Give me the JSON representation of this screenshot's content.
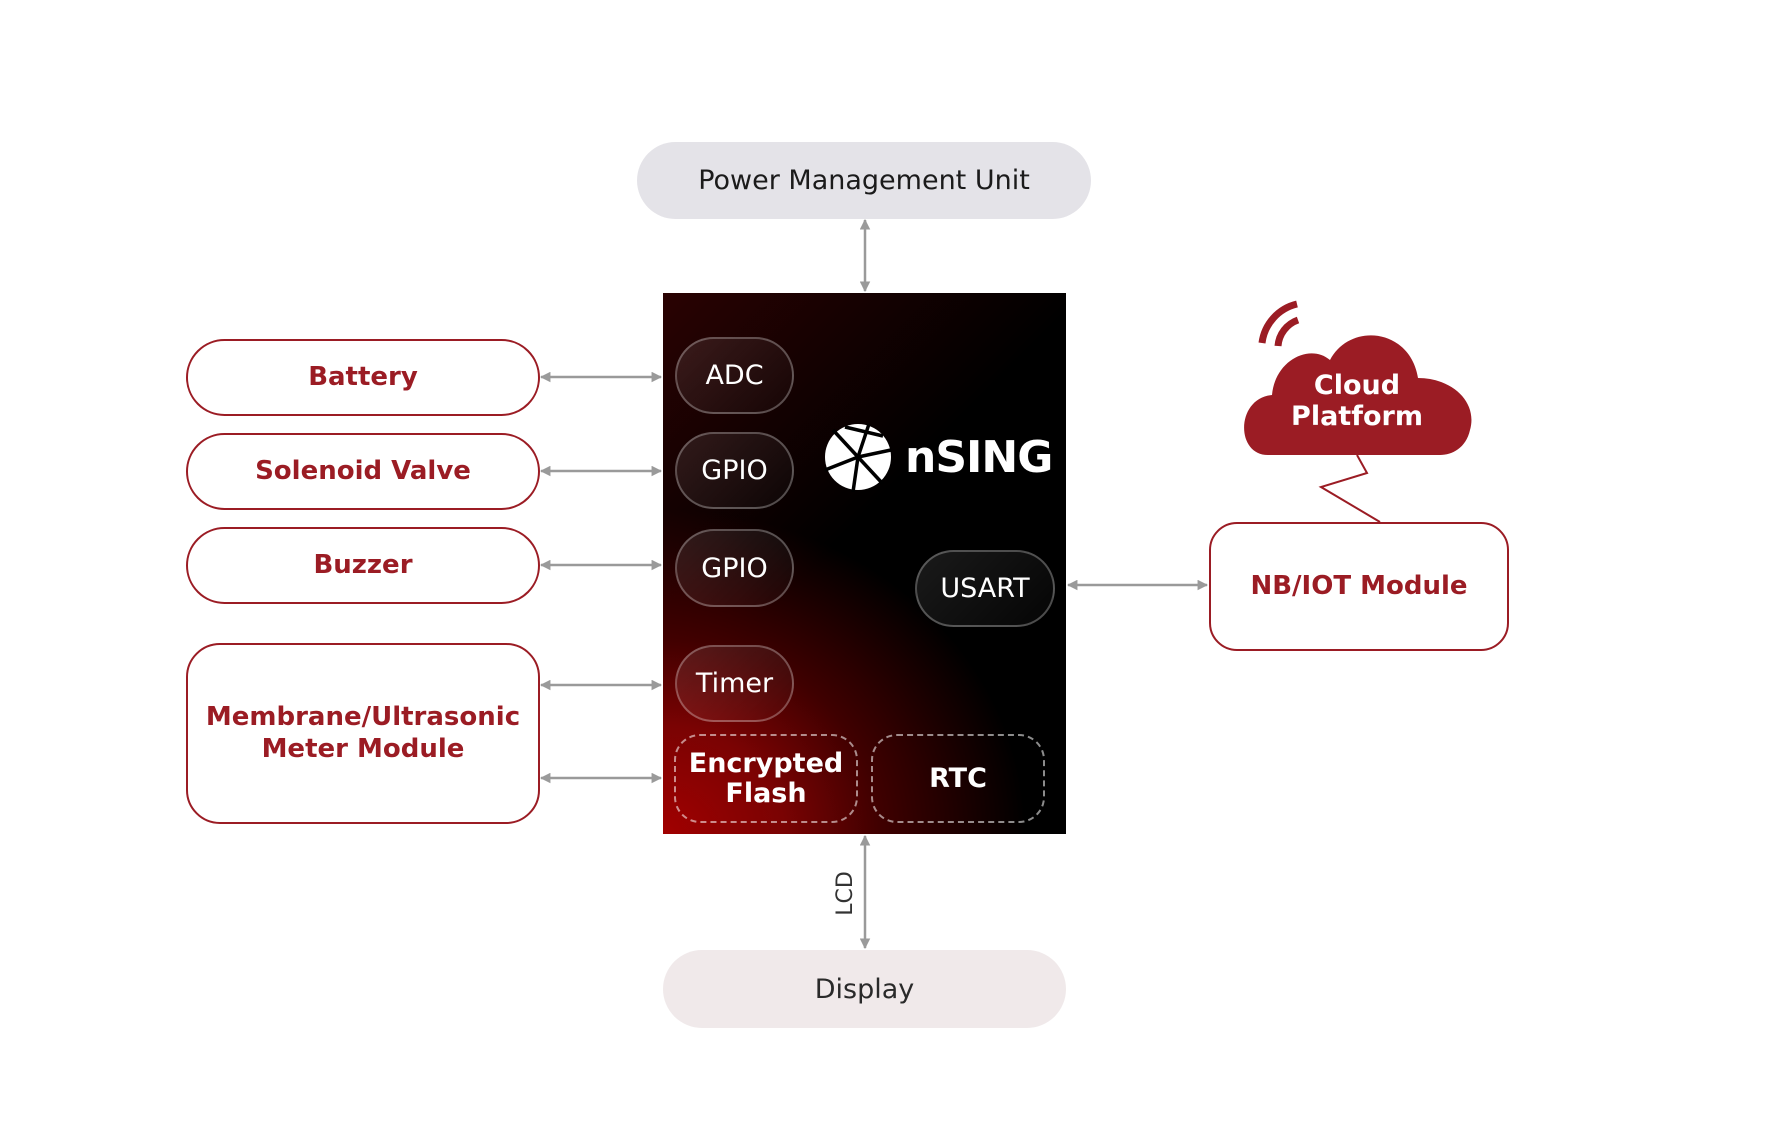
{
  "diagram": {
    "title": "NSING water meter solution block diagram",
    "colors": {
      "accent": "#9b1c24",
      "connector": "#9a9a9a",
      "pmu_fill": "#e4e3e8",
      "display_fill": "#f0e9ea",
      "chip_dark": "#000000",
      "chip_red": "#a10000"
    },
    "top_block": {
      "label": "Power Management Unit"
    },
    "bottom_block": {
      "label": "Display",
      "bus_label": "LCD"
    },
    "mcu": {
      "brand": "nSING",
      "logo_icon": "nsing-logo-icon",
      "interfaces": [
        {
          "id": "adc",
          "label": "ADC"
        },
        {
          "id": "gpio1",
          "label": "GPIO"
        },
        {
          "id": "gpio2",
          "label": "GPIO"
        },
        {
          "id": "timer",
          "label": "Timer"
        },
        {
          "id": "usart",
          "label": "USART"
        }
      ],
      "internal": [
        {
          "id": "flash",
          "label_line1": "Encrypted",
          "label_line2": "Flash"
        },
        {
          "id": "rtc",
          "label": "RTC"
        }
      ]
    },
    "peripherals": [
      {
        "label": "Battery",
        "connects_to": "ADC"
      },
      {
        "label": "Solenoid Valve",
        "connects_to": "GPIO"
      },
      {
        "label": "Buzzer",
        "connects_to": "GPIO"
      },
      {
        "label_line1": "Membrane/Ultrasonic",
        "label_line2": "Meter Module",
        "connects_to": [
          "Timer",
          "Encrypted Flash"
        ]
      }
    ],
    "comm": {
      "module": {
        "label": "NB/IOT Module",
        "connects_to": "USART"
      },
      "cloud": {
        "label_line1": "Cloud",
        "label_line2": "Platform",
        "icon": "wifi-signal-icon"
      }
    }
  }
}
